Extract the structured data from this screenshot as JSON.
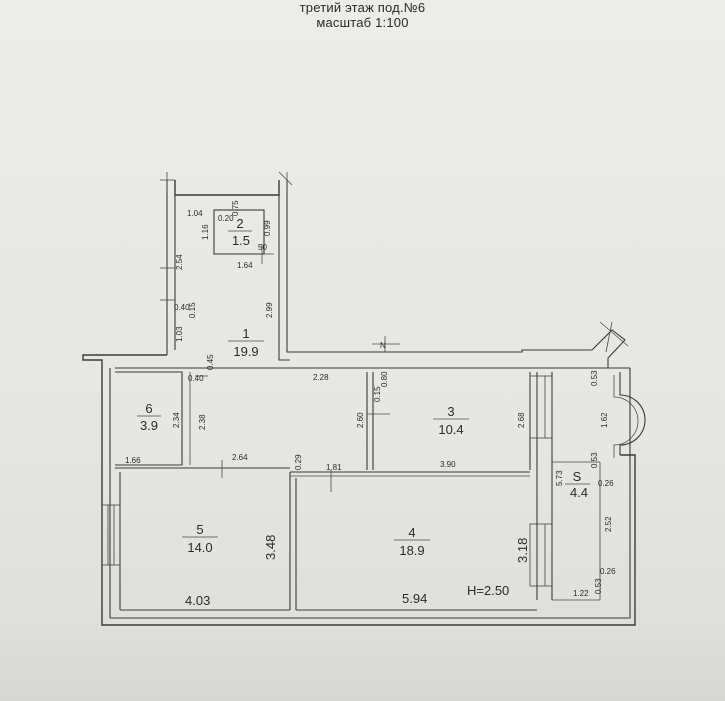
{
  "header": {
    "line1": "третий этаж под.№6",
    "line2": "масштаб 1:100"
  },
  "rooms": [
    {
      "num": "1",
      "area": "19.9"
    },
    {
      "num": "2",
      "area": "1.5"
    },
    {
      "num": "3",
      "area": "10.4"
    },
    {
      "num": "4",
      "area": "18.9"
    },
    {
      "num": "5",
      "area": "14.0"
    },
    {
      "num": "6",
      "area": "3.9"
    },
    {
      "num": "S",
      "area": "4.4"
    }
  ],
  "height_label": "H=2.50",
  "north_label": "N",
  "dimensions": {
    "d1_04": "1.04",
    "d0_20": "0.20",
    "d0_75": "0.75",
    "d1_16": "1.16",
    "d0_99": "0.99",
    "d1_64": "1.64",
    "d_50": "50",
    "d2_54": "2.54",
    "d2_99": "2.99",
    "d0_40a": "0.40",
    "d0_15a": "0.15",
    "d1_03": "1.03",
    "d0_45": "0.45",
    "d0_40b": "0.40",
    "d2_28": "2.28",
    "d0_80": "0.80",
    "d0_15b": "0.15",
    "d2_34": "2.34",
    "d2_38": "2.38",
    "d2_60": "2.60",
    "d2_68": "2.68",
    "d1_66": "1.66",
    "d2_64": "2.64",
    "d0_29": "0.29",
    "d1_81": "1.81",
    "d3_90": "3.90",
    "d5_73": "5.73",
    "d0_53a": "0.53",
    "d1_62": "1.62",
    "d0_53b": "0.53",
    "d0_26a": "0.26",
    "d2_52": "2.52",
    "d0_26b": "0.26",
    "d0_53c": "0.53",
    "d1_22": "1.22",
    "d3_48": "3.48",
    "d3_18": "3.18",
    "d4_03": "4.03",
    "d5_94": "5.94"
  }
}
